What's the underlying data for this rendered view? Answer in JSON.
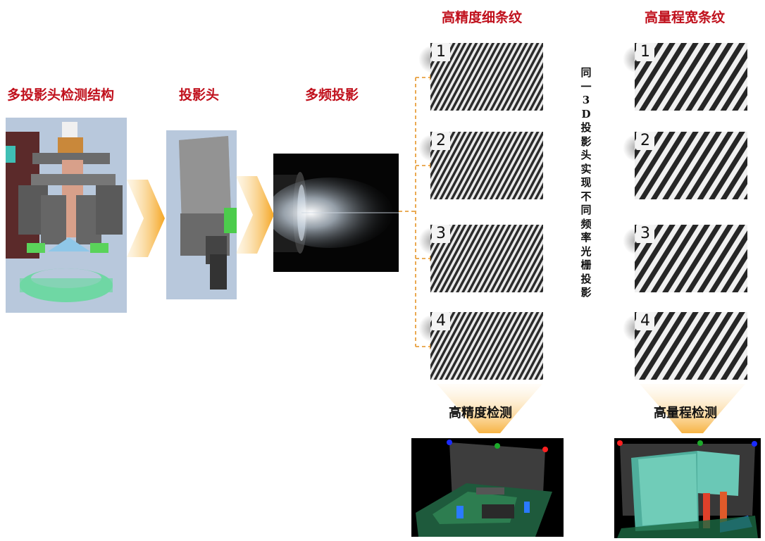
{
  "labels": {
    "structure": "多投影头检测结构",
    "projector": "投影头",
    "multi_freq": "多频投影",
    "fine": "高精度细条纹",
    "wide": "高量程宽条纹",
    "vertical": [
      "同",
      "一",
      "3",
      "D",
      "投",
      "影",
      "头",
      "实",
      "现",
      "不",
      "同",
      "频",
      "率",
      "光",
      "栅",
      "投",
      "影"
    ],
    "det_fine": "高精度检测",
    "det_wide": "高量程检测"
  },
  "fine_panels": [
    "1",
    "2",
    "3",
    "4"
  ],
  "wide_panels": [
    "1",
    "2",
    "3",
    "4"
  ],
  "colors": {
    "title_red": "#c0101c",
    "arrow_orange": "#f5a623",
    "dashed_orange": "#e8a040"
  }
}
